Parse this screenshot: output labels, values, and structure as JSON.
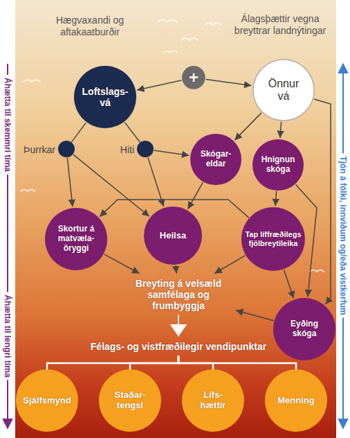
{
  "diagram": {
    "nodes": [
      {
        "text": [
          "Hægvaxandi og aftakaatburðir",
          "Loftslags- vá"
        ]
      },
      {
        "text": [
          "+"
        ]
      },
      {
        "text": [
          "Álagsþættir vegna breyttrar landnýtingar",
          "Önnur vá"
        ]
      },
      {
        "text": [
          "Þurrkar"
        ]
      },
      {
        "text": [
          "Hiti"
        ]
      },
      {
        "text": [
          "Skógar- eldar"
        ]
      },
      {
        "text": [
          "Hnignun skóga"
        ]
      },
      {
        "text": [
          "Skortur á matvæla- öryggi"
        ]
      },
      {
        "text": [
          "Heilsa"
        ]
      },
      {
        "text": [
          "Tap líffræðilegs fjölbreytileika"
        ]
      },
      {
        "text": [
          "Eyðing skóga"
        ]
      },
      {
        "text": [
          "Breyting á velsæld samfélaga og frumbyggja"
        ]
      },
      {
        "text": [
          "Félags- og vistfræðilegir vendipunktar"
        ]
      },
      {
        "text": [
          "Sjálfsmynd"
        ]
      },
      {
        "text": [
          "Staðar- tengsl"
        ]
      },
      {
        "text": [
          "Lífs- hættir"
        ]
      },
      {
        "text": [
          "Menning"
        ]
      }
    ],
    "edges": [
      {
        "from": 1,
        "to": 0,
        "arrow": "to"
      },
      {
        "from": 1,
        "to": 2,
        "arrow": "to"
      },
      {
        "from": 0,
        "to": 3,
        "arrow": "none"
      },
      {
        "from": 0,
        "to": 4,
        "arrow": "none"
      },
      {
        "from": 3,
        "to": 7,
        "arrow": "to"
      },
      {
        "from": 3,
        "to": 8,
        "arrow": "to"
      },
      {
        "from": 4,
        "to": 5,
        "arrow": "to"
      },
      {
        "from": 4,
        "to": 8,
        "arrow": "to"
      },
      {
        "from": 2,
        "to": 5,
        "arrow": "to"
      },
      {
        "from": 2,
        "to": 6,
        "arrow": "to"
      },
      {
        "from": 2,
        "to": 10,
        "arrow": "to"
      },
      {
        "from": 5,
        "to": 8,
        "arrow": "to"
      },
      {
        "from": 6,
        "to": 9,
        "arrow": "to"
      },
      {
        "from": 6,
        "to": 10,
        "arrow": "to"
      },
      {
        "from": 9,
        "to": 7,
        "arrow": "to"
      },
      {
        "from": 9,
        "to": 10,
        "arrow": "to"
      },
      {
        "from": 7,
        "to": 11,
        "arrow": "to"
      },
      {
        "from": 8,
        "to": 11,
        "arrow": "to"
      },
      {
        "from": 9,
        "to": 11,
        "arrow": "to"
      },
      {
        "from": 10,
        "to": 11,
        "arrow": "to"
      },
      {
        "from": 11,
        "to": 12,
        "arrow": "to"
      },
      {
        "from": 12,
        "to": 13,
        "arrow": "none"
      },
      {
        "from": 12,
        "to": 14,
        "arrow": "none"
      },
      {
        "from": 12,
        "to": 15,
        "arrow": "none"
      },
      {
        "from": 12,
        "to": 16,
        "arrow": "none"
      }
    ],
    "labels": [
      "Áhætta til skemmri tíma",
      "Áhætta til lengri tíma",
      "Tjón á fólki, innviðum og/eða vistkerfum"
    ]
  }
}
